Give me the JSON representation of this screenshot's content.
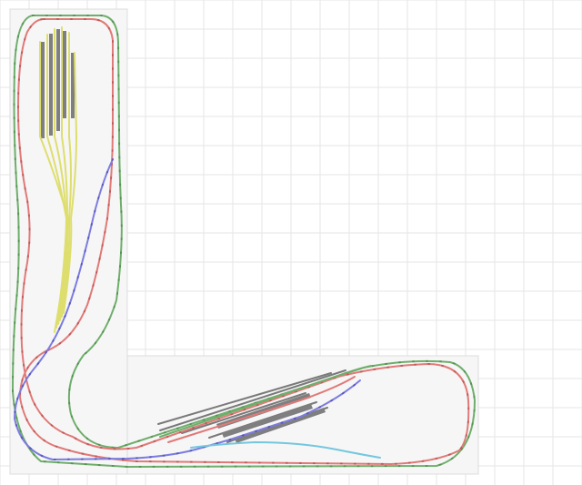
{
  "colors": {
    "outer_loop": "#6fae6c",
    "inner_loop": "#e07a78",
    "branch": "#7c7ce0",
    "spur": "#74c7df",
    "yard": "#dede6e",
    "siding": "#7a7a7a"
  },
  "tracks": [
    {
      "name": "outer-loop-track",
      "color_key": "outer_loop"
    },
    {
      "name": "inner-loop-track",
      "color_key": "inner_loop"
    },
    {
      "name": "branch-line-track",
      "color_key": "branch"
    },
    {
      "name": "spur-track",
      "color_key": "spur"
    },
    {
      "name": "yard-fan-track",
      "color_key": "yard"
    }
  ]
}
